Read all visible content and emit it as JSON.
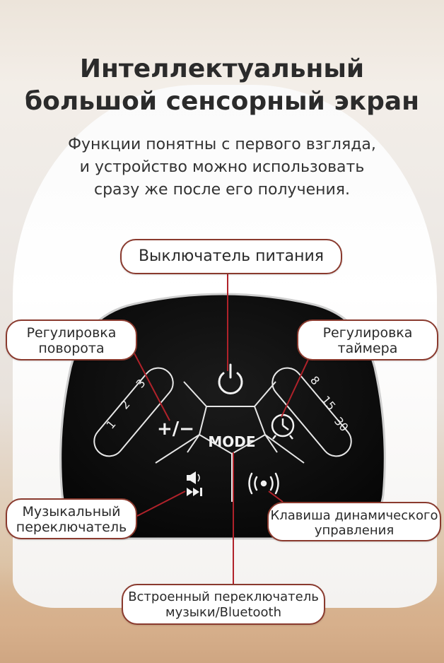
{
  "heading": {
    "line1": "Интеллектуальный",
    "line2": "большой сенсорный экран"
  },
  "subtitle": {
    "line1": "Функции понятны с первого взгляда,",
    "line2": "и устройство можно использовать",
    "line3": "сразу же после его получения."
  },
  "callouts": {
    "power": "Выключатель питания",
    "rotation_line1": "Регулировка",
    "rotation_line2": "поворота",
    "timer_line1": "Регулировка",
    "timer_line2": "таймера",
    "music_line1": "Музыкальный",
    "music_line2": "переключатель",
    "dynamic_line1": "Клавиша динамического",
    "dynamic_line2": "управления",
    "bluetooth_line1": "Встроенный переключатель",
    "bluetooth_line2": "музыки/Bluetooth"
  },
  "panel": {
    "mode_label": "MODE",
    "plusminus_label": "+/−",
    "rotation_levels": [
      "1",
      "2",
      "3"
    ],
    "timer_levels": [
      "8",
      "15",
      "30"
    ]
  },
  "colors": {
    "accent_line": "#b0222a",
    "callout_border": "#8a3a2e",
    "panel_bg": "#111111"
  }
}
